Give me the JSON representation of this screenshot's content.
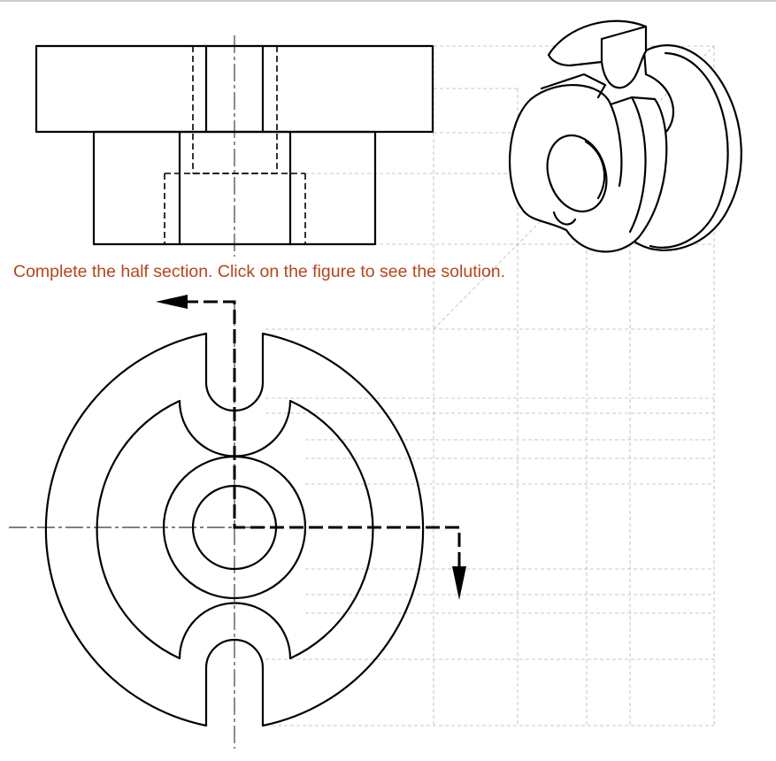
{
  "instruction": {
    "text": "Complete the half section.  Click on the figure to see the solution."
  },
  "colors": {
    "instruction_text": "#b8441c",
    "line": "#000000",
    "construction_grid": "#b8b8b8",
    "background": "#ffffff"
  },
  "views": {
    "front_view": "front-view",
    "top_view": "top-view",
    "isometric_view": "isometric-view"
  }
}
